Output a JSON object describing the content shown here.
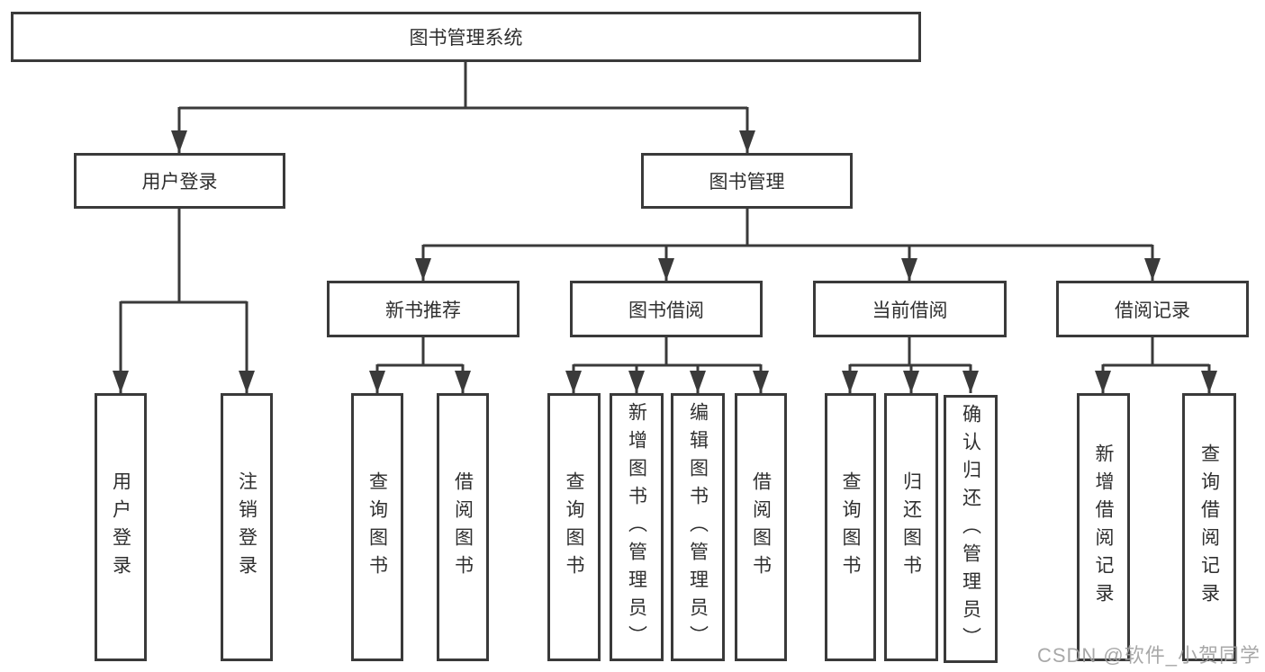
{
  "diagram": {
    "root": {
      "label": "图书管理系统"
    },
    "branches": [
      {
        "label": "用户登录",
        "leaves": [
          "用户登录",
          "注销登录"
        ]
      },
      {
        "label": "图书管理",
        "children": [
          {
            "label": "新书推荐",
            "leaves": [
              "查询图书",
              "借阅图书"
            ]
          },
          {
            "label": "图书借阅",
            "leaves": [
              "查询图书",
              "新增图书（管理员）",
              "编辑图书（管理员）",
              "借阅图书"
            ]
          },
          {
            "label": "当前借阅",
            "leaves": [
              "查询图书",
              "归还图书",
              "确认归还（管理员）"
            ]
          },
          {
            "label": "借阅记录",
            "leaves": [
              "新增借阅记录",
              "查询借阅记录"
            ]
          }
        ]
      }
    ]
  },
  "watermark": {
    "text": "CSDN @软件_小贺同学"
  },
  "colors": {
    "line": "#3a3a3a",
    "box_border": "#3a3a3a",
    "text": "#2f2f2f",
    "background": "#ffffff",
    "watermark": "#9e9e9e"
  }
}
